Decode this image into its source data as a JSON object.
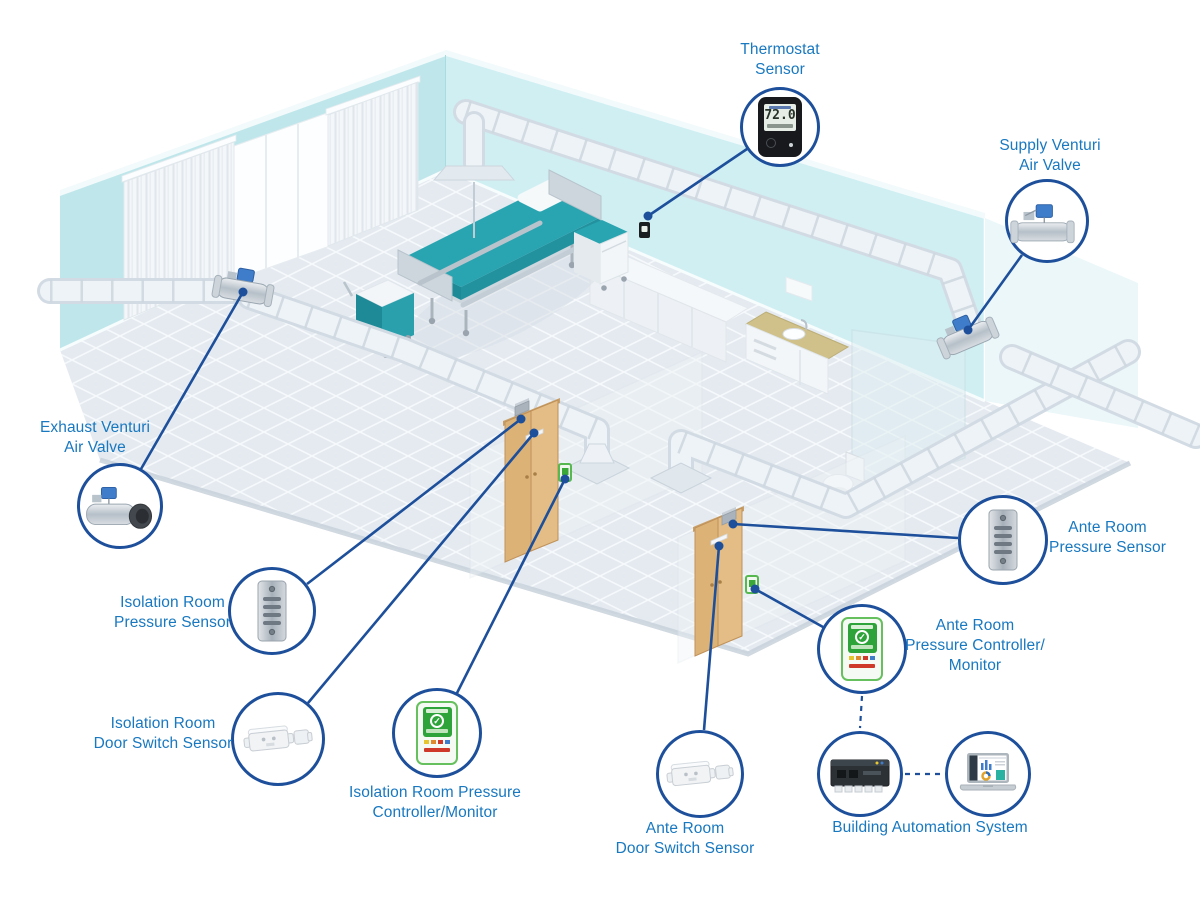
{
  "colors": {
    "label_text": "#1878c0",
    "connector_line": "#1d4f9b",
    "callout_border": "#1d4f9b",
    "wall_teal": "#bfe7eb",
    "wall_teal_light": "#cfeff3",
    "floor_gray": "#e4eaf0",
    "duct_white": "#eef3f7",
    "bed_teal": "#29a4b1",
    "door_tan": "#dcb277",
    "controller_green": "#57b84f",
    "alert_red": "#cf392a",
    "device_black": "#17191c"
  },
  "scene": {
    "thermostat_display": "72.0"
  },
  "callouts": [
    {
      "id": "thermostat-sensor",
      "label": "Thermostat\nSensor"
    },
    {
      "id": "supply-venturi-air-valve",
      "label": "Supply Venturi\nAir Valve"
    },
    {
      "id": "exhaust-venturi-air-valve",
      "label": "Exhaust Venturi\nAir Valve"
    },
    {
      "id": "isolation-room-pressure-sensor",
      "label": "Isolation Room\nPressure Sensor"
    },
    {
      "id": "isolation-room-door-switch-sensor",
      "label": "Isolation Room\nDoor Switch Sensor"
    },
    {
      "id": "isolation-room-pressure-controller-monitor",
      "label": "Isolation Room Pressure\nController/Monitor"
    },
    {
      "id": "ante-room-pressure-sensor",
      "label": "Ante Room\nPressure Sensor"
    },
    {
      "id": "ante-room-pressure-controller-monitor",
      "label": "Ante Room\nPressure Controller/\nMonitor"
    },
    {
      "id": "ante-room-door-switch-sensor",
      "label": "Ante Room\nDoor Switch Sensor"
    },
    {
      "id": "building-automation-system",
      "label": "Building Automation System"
    }
  ]
}
